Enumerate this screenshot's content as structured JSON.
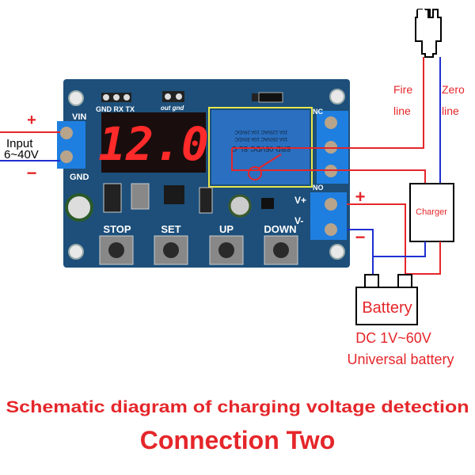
{
  "input": {
    "plus": "+",
    "label": "Input",
    "range": "6~40V",
    "minus": "−"
  },
  "board": {
    "display_value": "12.0",
    "vin_label": "VIN",
    "gnd_label": "GND",
    "header_labels": "GND RX TX",
    "out_labels": "out gnd",
    "relay_lines": [
      "SRD-05VDC-SL-C",
      "10A 250VAC  10A 30VDC",
      "10A 125VAC  10A 28VDC"
    ],
    "nc_label": "NC",
    "no_label": "NO",
    "vplus_label": "V+",
    "vminus_label": "V-",
    "buttons": [
      {
        "label": "STOP"
      },
      {
        "label": "SET"
      },
      {
        "label": "UP"
      },
      {
        "label": "DOWN"
      }
    ]
  },
  "wiring": {
    "fire_line": [
      "Fire",
      "line"
    ],
    "zero_line": [
      "Zero",
      "line"
    ],
    "charger_label": "Charger",
    "battery_label": "Battery",
    "plus": "+",
    "minus": "−",
    "battery_spec": "DC 1V~60V",
    "battery_type": "Universal battery"
  },
  "colors": {
    "wire_positive": "#e5262a",
    "wire_negative": "#1f2fd0",
    "pcb": "#1d4f7a",
    "display": "#ff2a2a",
    "relay": "#2a6fc0"
  },
  "caption": {
    "title": "Schematic diagram of charging voltage detection",
    "subtitle": "Connection Two"
  }
}
